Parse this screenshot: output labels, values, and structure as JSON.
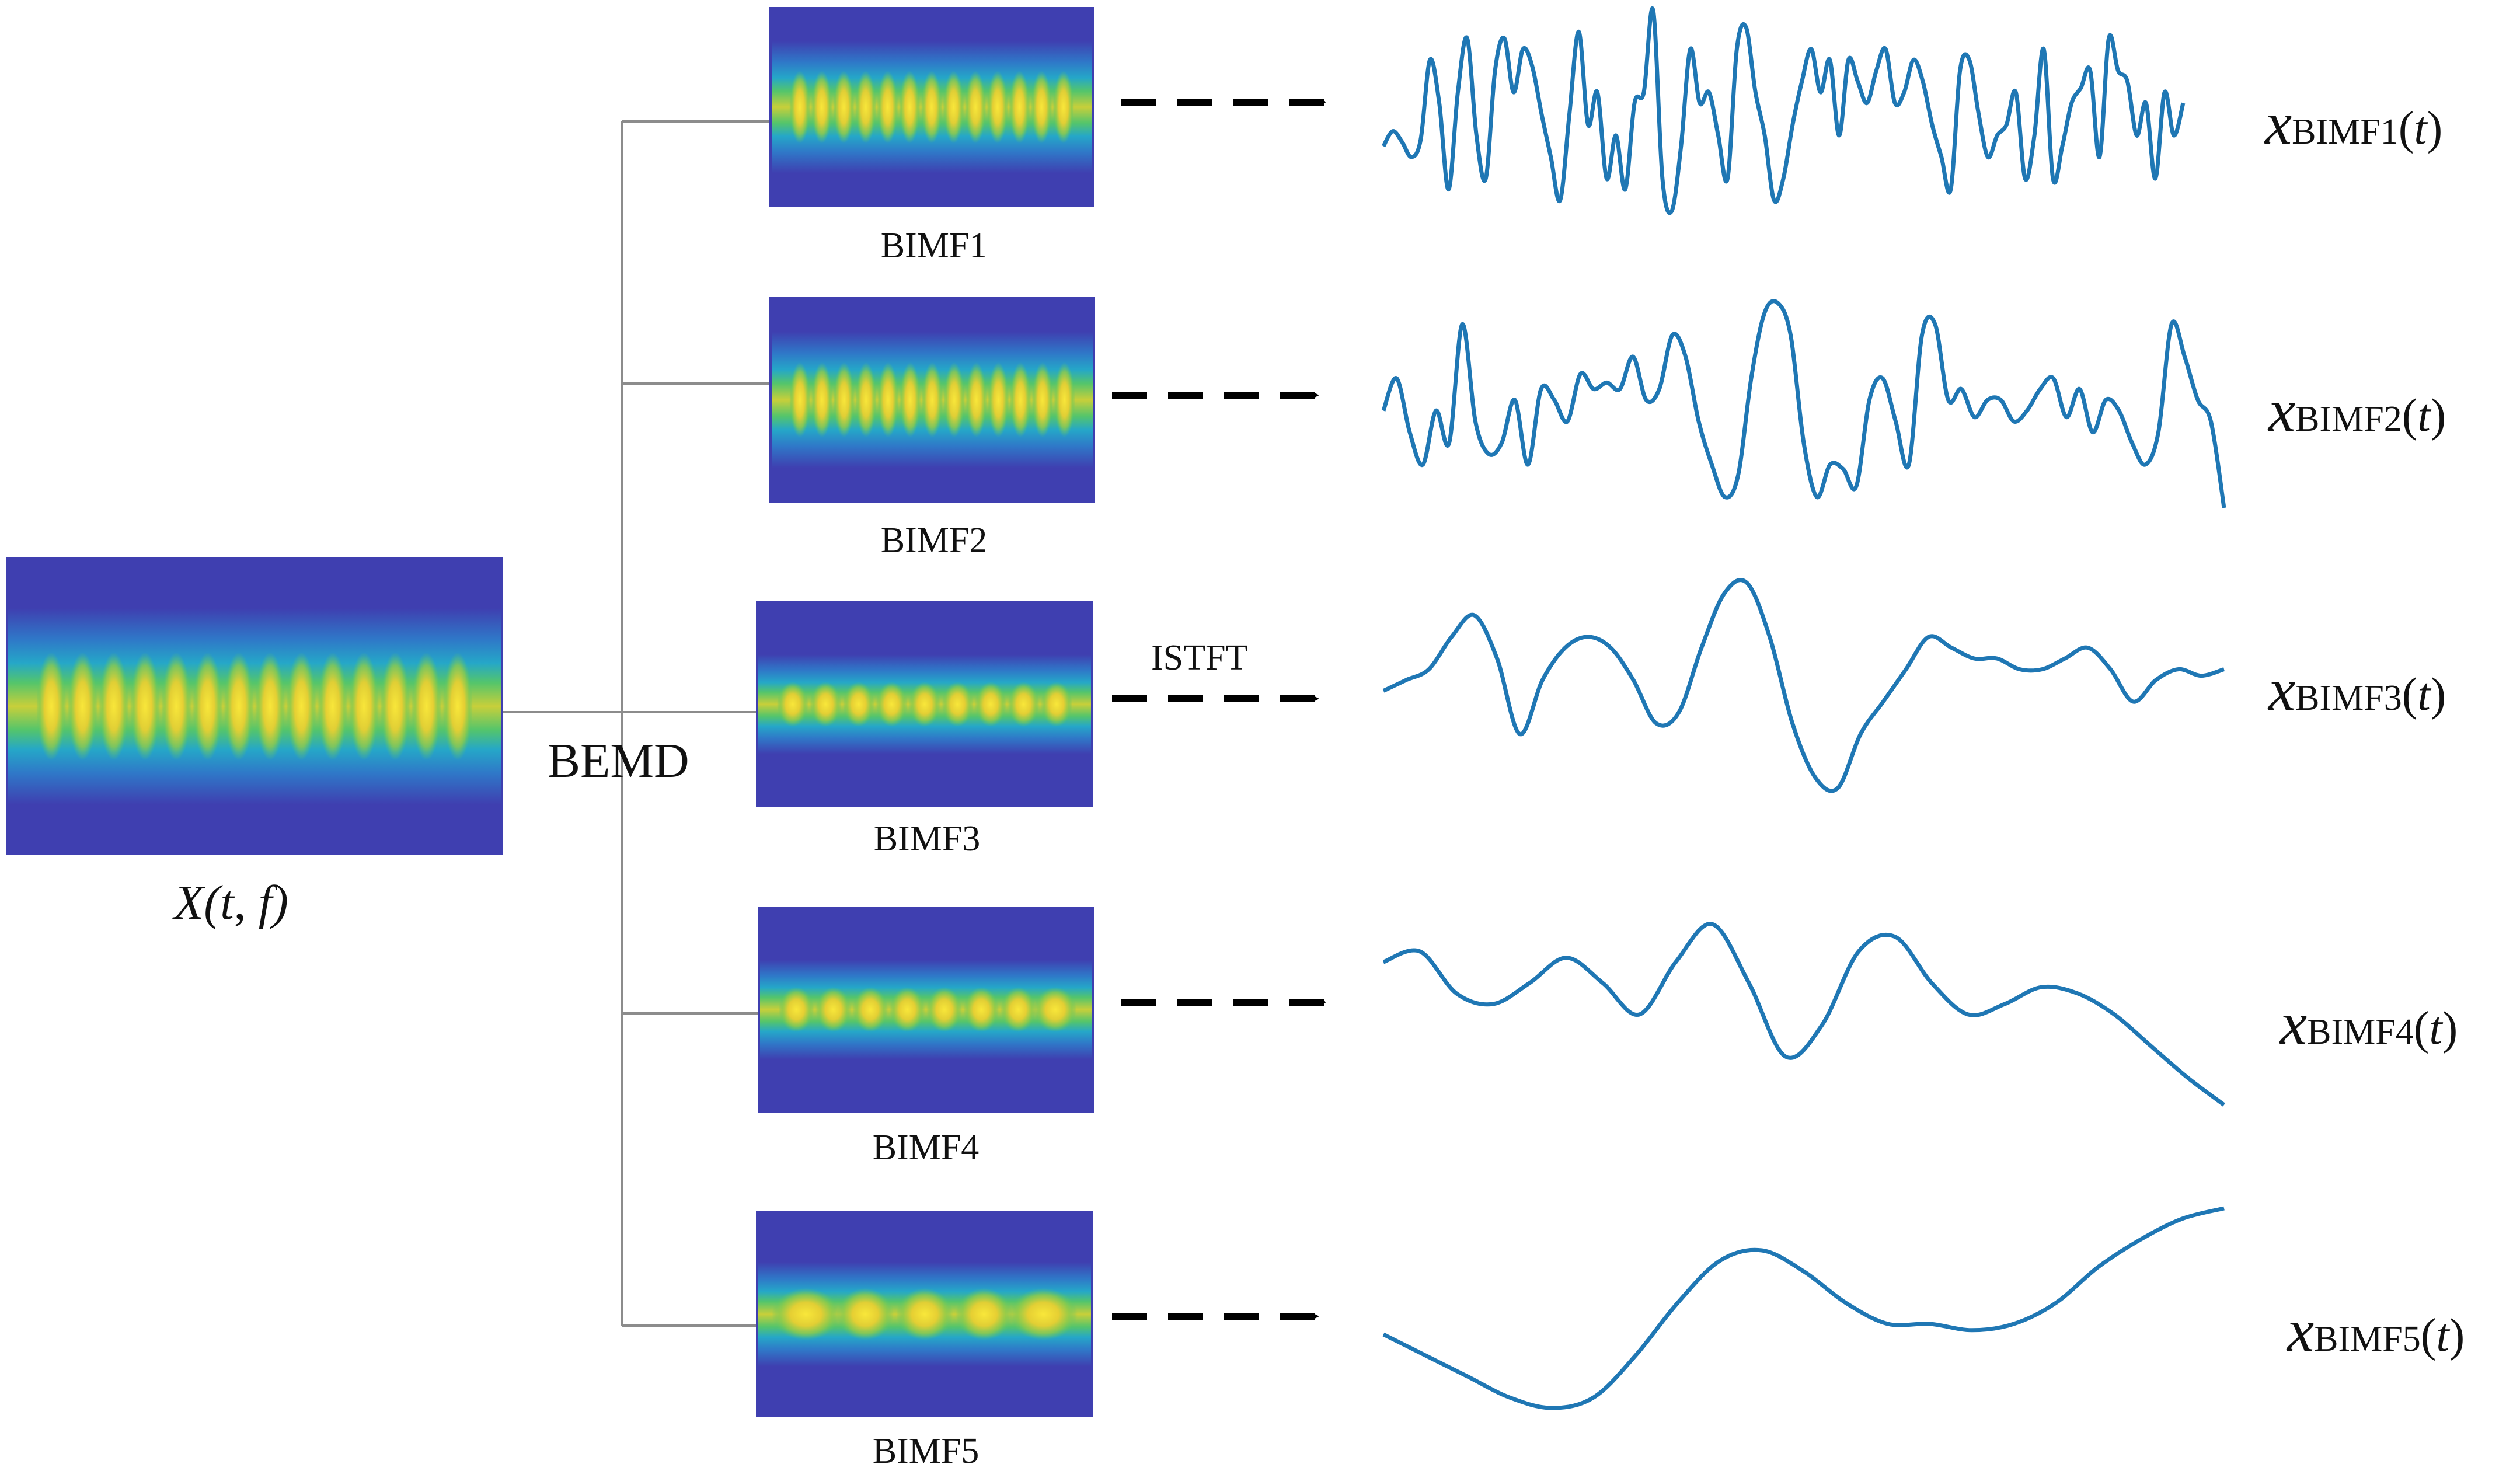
{
  "source": {
    "label_prefix": "X(",
    "label_t": "t",
    "label_sep": ", ",
    "label_f": "f",
    "label_suffix": ")"
  },
  "decomposition_label": "BEMD",
  "transform_label": "ISTFT",
  "components": [
    {
      "name": "BIMF1",
      "output_symbol": "x",
      "output_subscript": "BIMF1",
      "output_arg_open": "(",
      "output_arg": "t",
      "output_arg_close": ")"
    },
    {
      "name": "BIMF2",
      "output_symbol": "x",
      "output_subscript": "BIMF2",
      "output_arg_open": "(",
      "output_arg": "t",
      "output_arg_close": ")"
    },
    {
      "name": "BIMF3",
      "output_symbol": "x",
      "output_subscript": "BIMF3",
      "output_arg_open": "(",
      "output_arg": "t",
      "output_arg_close": ")"
    },
    {
      "name": "BIMF4",
      "output_symbol": "x",
      "output_subscript": "BIMF4",
      "output_arg_open": "(",
      "output_arg": "t",
      "output_arg_close": ")"
    },
    {
      "name": "BIMF5",
      "output_symbol": "x",
      "output_subscript": "BIMF5",
      "output_arg_open": "(",
      "output_arg": "t",
      "output_arg_close": ")"
    }
  ],
  "colors": {
    "spectrogram_background": "#3f3fb0",
    "spectrogram_mid": "#25a7c8",
    "spectrogram_green": "#54c56b",
    "spectrogram_high": "#f2d335",
    "waveform_line": "#1f77b4",
    "connector_line": "#8c8c8c",
    "arrow": "#000000"
  }
}
